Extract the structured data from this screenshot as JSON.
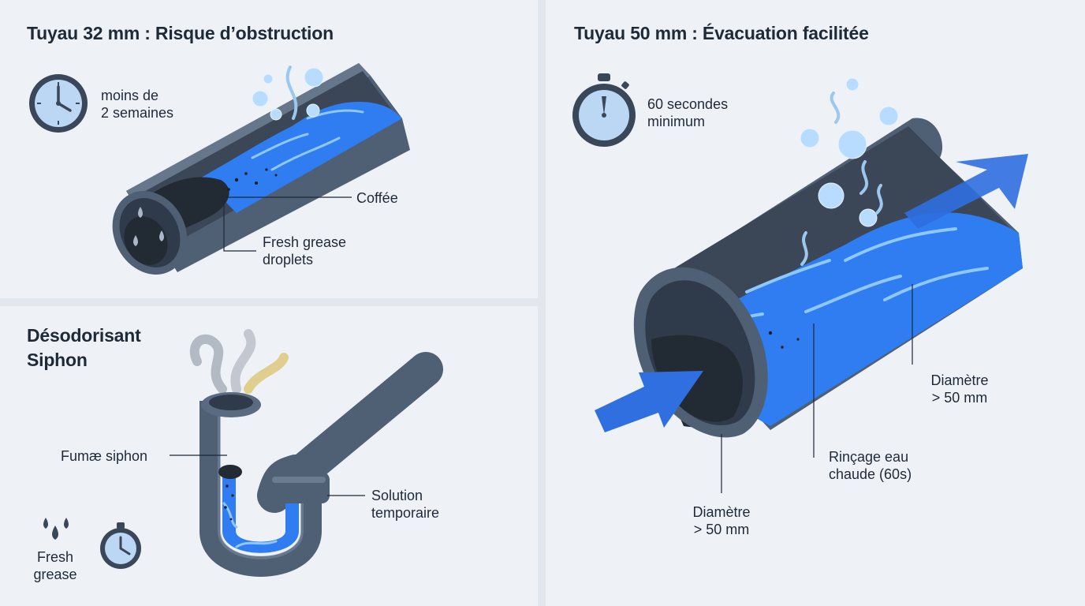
{
  "panels": {
    "pipe_32": {
      "title": "Tuyau 32 mm : Risque d’obstruction",
      "clock_text": "moins de\n2 semaines",
      "labels": {
        "coffee": "Coffée",
        "grease": "Fresh grease\ndroplets"
      }
    },
    "siphon": {
      "title": "Désodorisant\nSiphon",
      "labels": {
        "fumes": "Fumæ siphon",
        "solution": "Solution\ntemporaire",
        "fresh_grease": "Fresh\ngrease"
      }
    },
    "pipe_50": {
      "title": "Tuyau 50 mm : Évacuation facilitée",
      "timer_text": "60 secondes\nminimum",
      "labels": {
        "diameter_right": "Diamètre\n> 50 mm",
        "rinse": "Rinçage eau\nchaude (60s)",
        "diameter_bottom": "Diamètre\n> 50 mm"
      }
    }
  },
  "icons": {
    "clock": "wall-clock-icon",
    "stopwatch": "stopwatch-icon",
    "droplets": "grease-droplets-icon",
    "flow": "flow-arrow-icon"
  },
  "colors": {
    "pipe": "#4f5f74",
    "pipe_dark": "#2f3a4a",
    "water": "#2f7df0",
    "water_light": "#8fc8ff",
    "arrow": "#2f6fe0",
    "debris": "#222a33",
    "fumes_yellow": "#d9c26a",
    "fumes_grey": "#9aa3ad",
    "panel_bg": "#eef2f7"
  }
}
